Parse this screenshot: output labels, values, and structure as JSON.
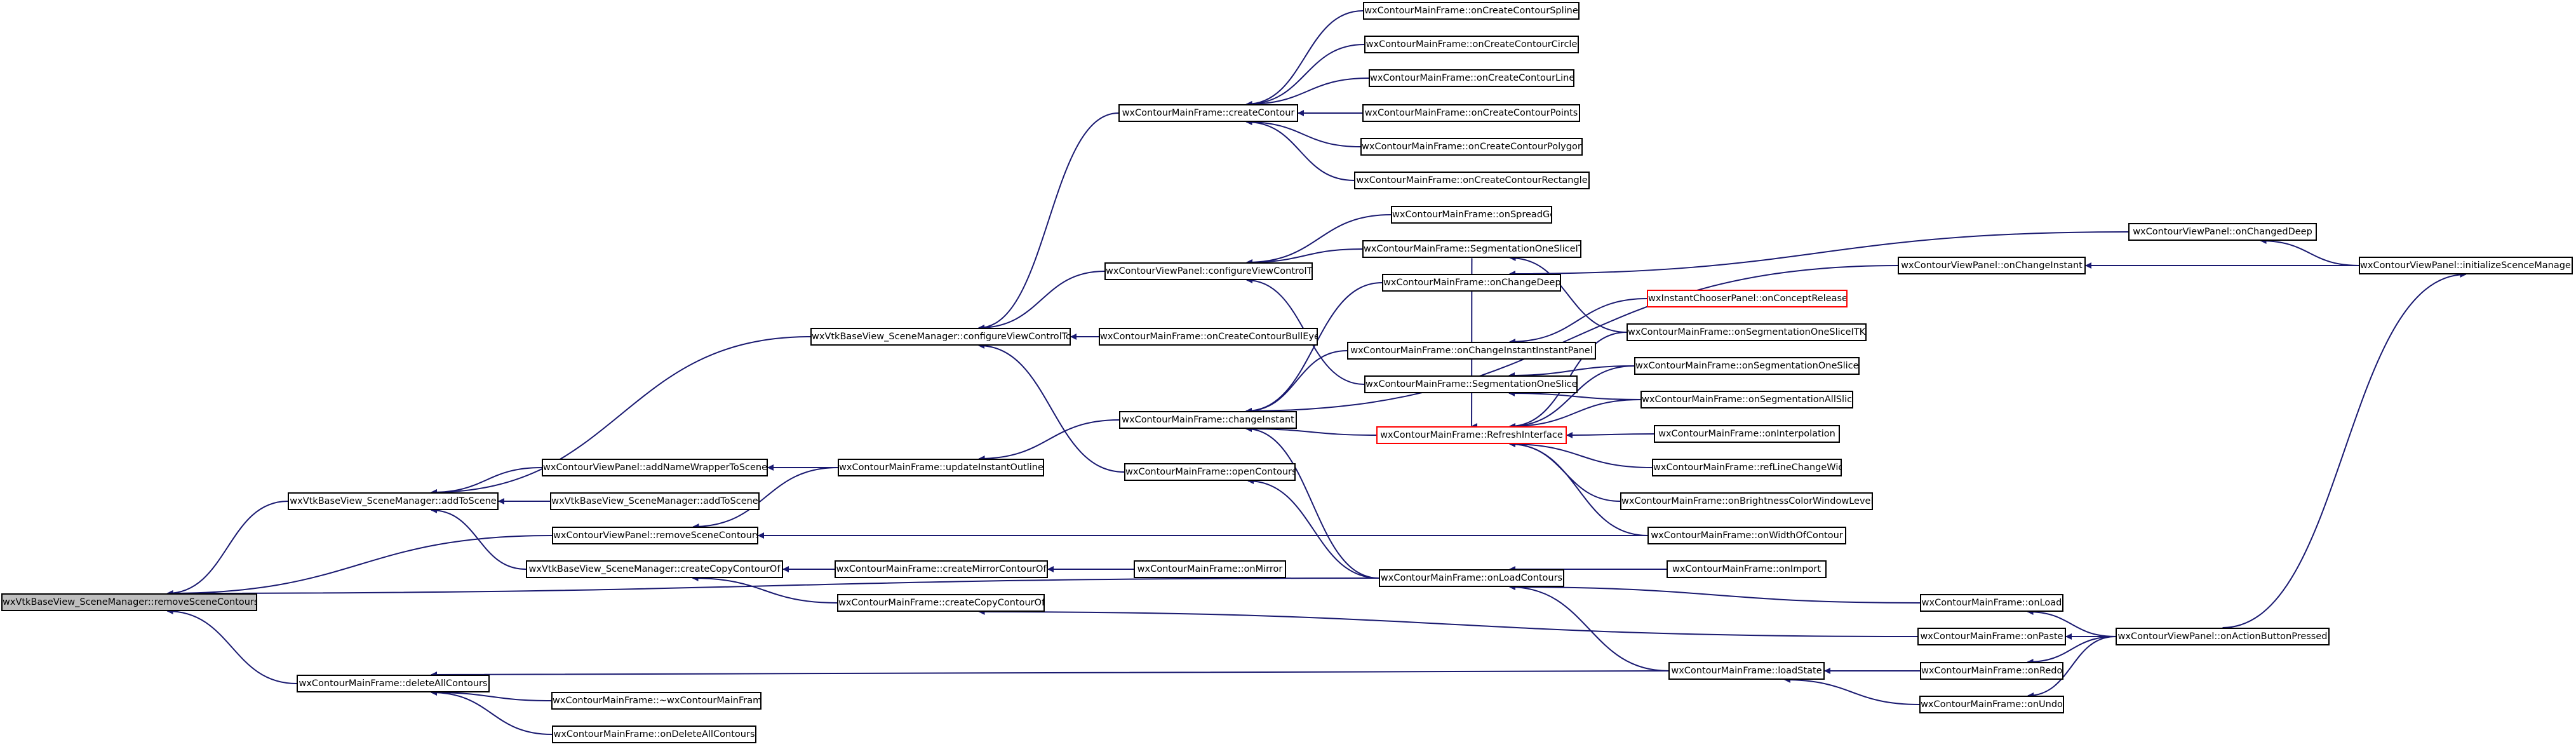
{
  "colors": {
    "edge": "#191970",
    "node_border": "#000000",
    "truncated_border": "#ff0000",
    "root_fill": "#bfbfbf",
    "node_fill": "#ffffff"
  },
  "nodes": {
    "removeSceneContours": "wxVtkBaseView_SceneManager::removeSceneContours",
    "smAddToScene": "wxVtkBaseView_SceneManager::addToScene",
    "smConfigureViewControlTo": "wxVtkBaseView_SceneManager::configureViewControlTo",
    "smCreateCopyContourOf": "wxVtkBaseView_SceneManager::createCopyContourOf",
    "vpRemoveSceneContours": "wxContourViewPanel::removeSceneContours",
    "mfDeleteAllContours": "wxContourMainFrame::deleteAllContours",
    "mfLoadContours": "wxContourMainFrame::onLoadContours",
    "vpAddNameWrapperToScene": "wxContourViewPanel::addNameWrapperToScene",
    "smAddToScene2": "wxVtkBaseView_SceneManager::addToScene",
    "mfUpdateInstantOutlines": "wxContourMainFrame::updateInstantOutlines",
    "mfCreateContour": "wxContourMainFrame::createContour",
    "vpConfigureViewControlTo": "wxContourViewPanel::configureViewControlTo",
    "mfOnCreateContourBullEye": "wxContourMainFrame::onCreateContourBullEye",
    "mfOpenContours": "wxContourMainFrame::openContours",
    "mfChangeInstant": "wxContourMainFrame::changeInstant",
    "mfCreateMirrorContourOf": "wxContourMainFrame::createMirrorContourOf",
    "mfCreateCopyContourOf": "wxContourMainFrame::createCopyContourOf",
    "mfOnMirror": "wxContourMainFrame::onMirror",
    "mfDestructor": "wxContourMainFrame::~wxContourMainFrame",
    "mfOnDeleteAllContours": "wxContourMainFrame::onDeleteAllContours",
    "mfOnCreateContourSpline": "wxContourMainFrame::onCreateContourSpline",
    "mfOnCreateContourCircle": "wxContourMainFrame::onCreateContourCircle",
    "mfOnCreateContourLine": "wxContourMainFrame::onCreateContourLine",
    "mfOnCreateContourPoints": "wxContourMainFrame::onCreateContourPoints",
    "mfOnCreateContourPolygon": "wxContourMainFrame::onCreateContourPolygon",
    "mfOnCreateContourRectangle": "wxContourMainFrame::onCreateContourRectangle",
    "mfOnSpreadGo": "wxContourMainFrame::onSpreadGo",
    "mfSegmentationOneSliceITK": "wxContourMainFrame::SegmentationOneSliceITK",
    "mfOnChangeDeep": "wxContourMainFrame::onChangeDeep",
    "mfOnChangeInstantInstantPanel": "wxContourMainFrame::onChangeInstantInstantPanel",
    "mfSegmentationOneSlice": "wxContourMainFrame::SegmentationOneSlice",
    "mfRefreshInterface": "wxContourMainFrame::RefreshInterface",
    "mfOnImport": "wxContourMainFrame::onImport",
    "mfLoadState": "wxContourMainFrame::loadState",
    "icpOnConceptRelease": "wxInstantChooserPanel::onConceptRelease",
    "mfOnSegmentationOneSliceITK": "wxContourMainFrame::onSegmentationOneSliceITK",
    "mfOnSegmentationOneSlice": "wxContourMainFrame::onSegmentationOneSlice",
    "mfOnSegmentationAllSlice": "wxContourMainFrame::onSegmentationAllSlice",
    "mfOnInterpolation": "wxContourMainFrame::onInterpolation",
    "mfRefLineChangeWidth": "wxContourMainFrame::refLineChangeWidth",
    "mfOnBrightnessColorWindowLevel": "wxContourMainFrame::onBrightnessColorWindowLevel",
    "mfOnWidthOfContour": "wxContourMainFrame::onWidthOfContour",
    "vpOnChangedDeep": "wxContourViewPanel::onChangedDeep",
    "vpOnChangeInstant": "wxContourViewPanel::onChangeInstant",
    "mfOnLoad": "wxContourMainFrame::onLoad",
    "mfOnPaste": "wxContourMainFrame::onPaste",
    "mfOnRedo": "wxContourMainFrame::onRedo",
    "mfOnUndo": "wxContourMainFrame::onUndo",
    "vpInitializeScenceManager": "wxContourViewPanel::initializeScenceManager",
    "vpOnActionButtonPressed": "wxContourViewPanel::onActionButtonPressed"
  }
}
